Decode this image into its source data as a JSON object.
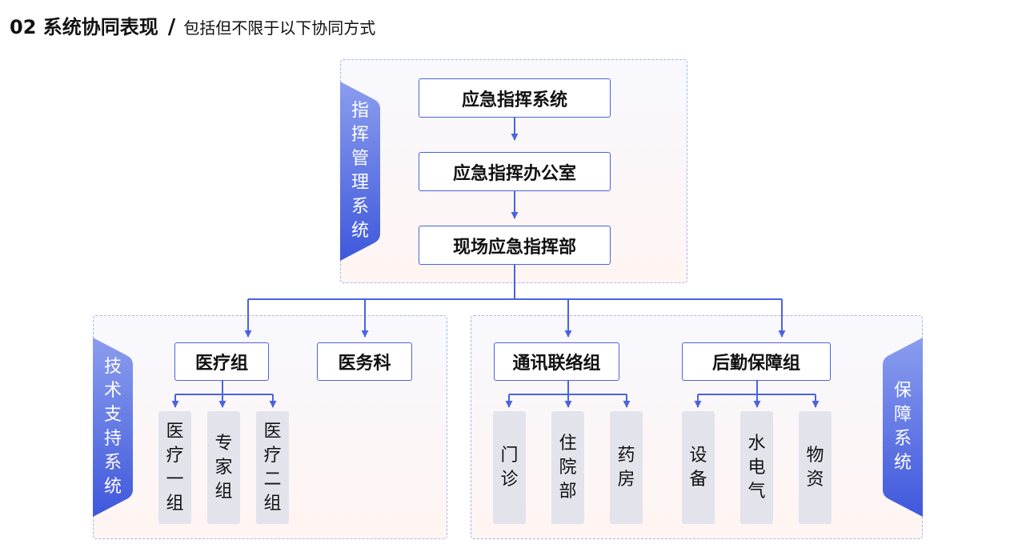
{
  "header": {
    "title": "02 系统协同表现",
    "separator": "/",
    "subtitle": "包括但不限于以下协同方式"
  },
  "colors": {
    "accent": "#4a63e0",
    "leaf_bg": "#e3e3ec",
    "panel_border": "#a9b5ef"
  },
  "panels": {
    "command": {
      "ribbon_chars": [
        "指",
        "挥",
        "管",
        "理",
        "系",
        "统"
      ],
      "boxes": [
        "应急指挥系统",
        "应急指挥办公室",
        "现场应急指挥部"
      ]
    },
    "tech": {
      "ribbon_chars": [
        "技",
        "术",
        "支",
        "持",
        "系",
        "统"
      ],
      "groups": [
        {
          "label": "医疗组",
          "leaves": [
            [
              "医",
              "疗",
              "一",
              "组"
            ],
            [
              "专",
              "家",
              "组"
            ],
            [
              "医",
              "疗",
              "二",
              "组"
            ]
          ]
        },
        {
          "label": "医务科",
          "leaves": []
        }
      ]
    },
    "support": {
      "ribbon_chars": [
        "保",
        "障",
        "系",
        "统"
      ],
      "groups": [
        {
          "label": "通讯联络组",
          "leaves": [
            [
              "门",
              "诊"
            ],
            [
              "住",
              "院",
              "部"
            ],
            [
              "药",
              "房"
            ]
          ]
        },
        {
          "label": "后勤保障组",
          "leaves": [
            [
              "设",
              "备"
            ],
            [
              "水",
              "电",
              "气"
            ],
            [
              "物",
              "资"
            ]
          ]
        }
      ]
    }
  }
}
